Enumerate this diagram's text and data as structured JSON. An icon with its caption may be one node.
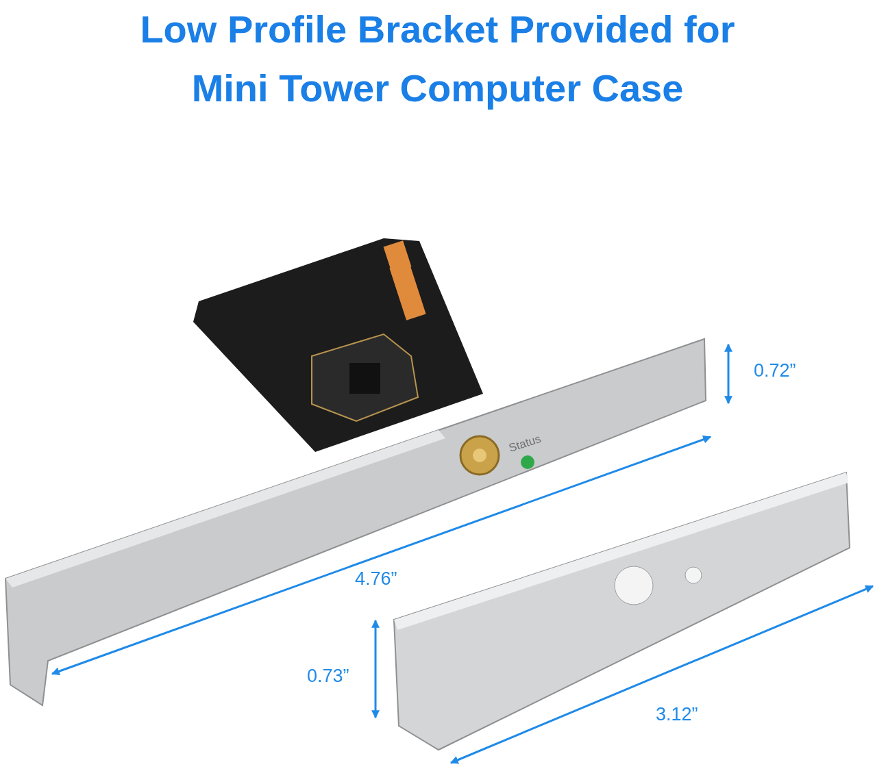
{
  "diagram": {
    "title": "Low Profile Bracket Provided for Mini Tower Computer Case",
    "labels": [
      "0.72”",
      "Status",
      "4.76”",
      "0.73”",
      "3.12”"
    ]
  }
}
